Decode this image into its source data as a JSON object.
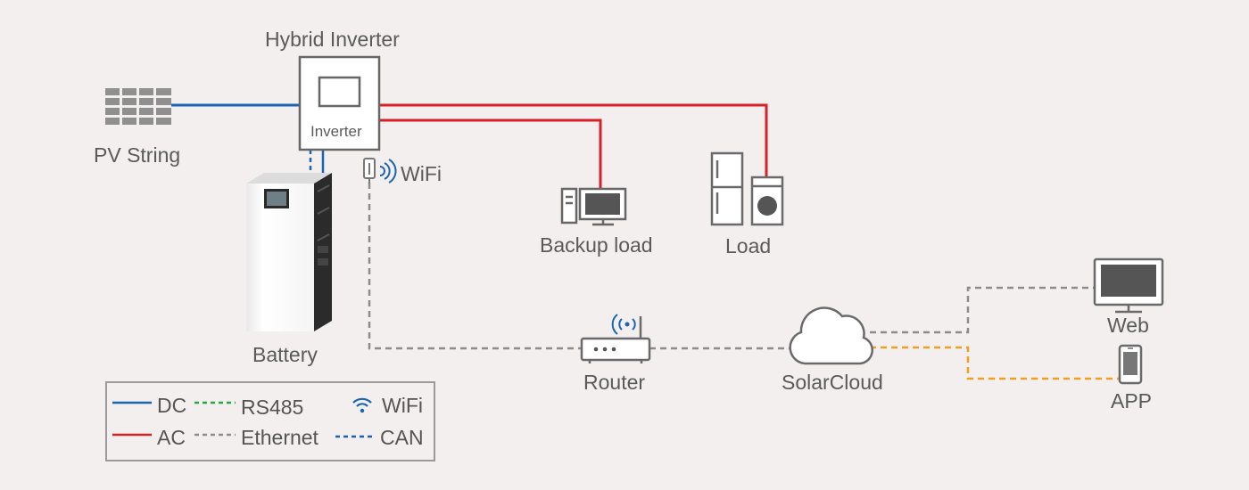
{
  "labels": {
    "hybrid_inverter": "Hybrid Inverter",
    "inverter": "Inverter",
    "pv_string": "PV String",
    "battery": "Battery",
    "wifi": "WiFi",
    "backup_load": "Backup load",
    "load": "Load",
    "router": "Router",
    "solarcloud": "SolarCloud",
    "web": "Web",
    "app": "APP"
  },
  "legend": {
    "dc": "DC",
    "ac": "AC",
    "rs485": "RS485",
    "ethernet": "Ethernet",
    "wifi": "WiFi",
    "can": "CAN"
  },
  "colors": {
    "dc": "#1a64b0",
    "ac": "#d9202a",
    "rs485": "#2aa640",
    "ethernet": "#8c8c8c",
    "can": "#1a64b0",
    "app_link": "#f0a020",
    "wifi": "#1a64b0"
  }
}
